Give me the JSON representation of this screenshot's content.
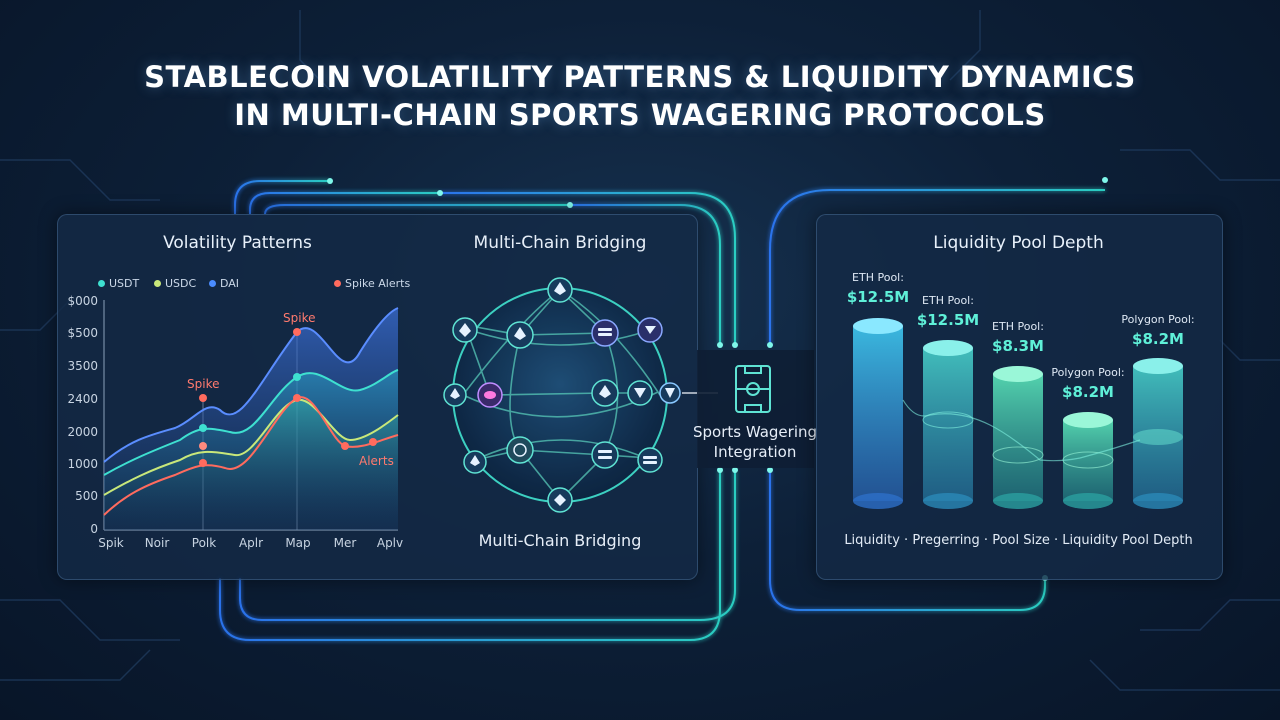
{
  "title_line1": "STABLECOIN VOLATILITY PATTERNS & LIQUIDITY DYNAMICS",
  "title_line2": "IN MULTI-CHAIN SPORTS WAGERING PROTOCOLS",
  "volatility": {
    "title": "Volatility Patterns",
    "legend": [
      "USDT",
      "USDC",
      "DAI"
    ],
    "alert_legend": "Spike Alerts",
    "y_ticks": [
      "$000",
      "$500",
      "3500",
      "2400",
      "2000",
      "1000",
      "500",
      "0"
    ],
    "x_ticks": [
      "Spik",
      "Noir",
      "Polk",
      "Aplr",
      "Map",
      "Mer",
      "Aplv"
    ],
    "annotations": {
      "spike_1": "Spike",
      "spike_2": "Spike",
      "alerts": "Alerts"
    }
  },
  "bridging": {
    "title_top": "Multi-Chain Bridging",
    "title_bottom": "Multi-Chain Bridging"
  },
  "hub": {
    "label_line1": "Sports Wagering",
    "label_line2": "Integration"
  },
  "liquidity": {
    "title": "Liquidity Pool Depth",
    "caption": "Liquidity · Pregerring · Pool Size · Liquidity Pool Depth",
    "pools": [
      {
        "label": "ETH Pool:",
        "value": "$12.5M"
      },
      {
        "label": "ETH Pool:",
        "value": "$12.5M"
      },
      {
        "label": "ETH Pool:",
        "value": "$8.3M"
      },
      {
        "label": "Polygon Pool:",
        "value": "$8.2M"
      },
      {
        "label": "Polygon Pool:",
        "value": "$8.2M"
      }
    ]
  },
  "colors": {
    "usdt": "#3ee0d0",
    "usdc": "#c8e87a",
    "dai": "#4a8cff",
    "alert": "#ff6b5e",
    "accent": "#5ff0d8"
  }
}
